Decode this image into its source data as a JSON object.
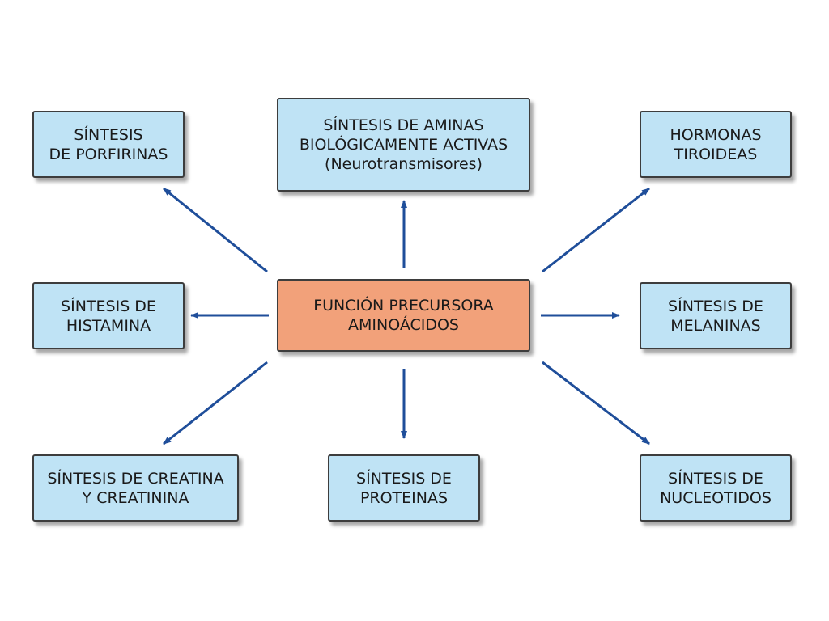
{
  "colors": {
    "box_fill": "#bfe3f5",
    "center_fill": "#f2a17a",
    "border": "#3d3d3d",
    "arrow": "#1f4e9a"
  },
  "nodes": {
    "center": {
      "line1": "FUNCIÓN PRECURSORA",
      "line2": "AMINOÁCIDOS"
    },
    "porfirinas": {
      "line1": "SÍNTESIS",
      "line2": "DE PORFIRINAS"
    },
    "aminas": {
      "line1": "SÍNTESIS DE AMINAS",
      "line2": "BIOLÓGICAMENTE ACTIVAS",
      "line3": "(Neurotransmisores)"
    },
    "hormonas": {
      "line1": "HORMONAS",
      "line2": "TIROIDEAS"
    },
    "histamina": {
      "line1": "SÍNTESIS DE",
      "line2": "HISTAMINA"
    },
    "melaninas": {
      "line1": "SÍNTESIS DE",
      "line2": "MELANINAS"
    },
    "creatina": {
      "line1": "SÍNTESIS DE CREATINA",
      "line2": "Y CREATININA"
    },
    "proteinas": {
      "line1": "SÍNTESIS DE",
      "line2": "PROTEINAS"
    },
    "nucleotidos": {
      "line1": "SÍNTESIS DE",
      "line2": "NUCLEOTIDOS"
    }
  },
  "edges": [
    {
      "from": "center",
      "to": "porfirinas"
    },
    {
      "from": "center",
      "to": "aminas"
    },
    {
      "from": "center",
      "to": "hormonas"
    },
    {
      "from": "center",
      "to": "histamina"
    },
    {
      "from": "center",
      "to": "melaninas"
    },
    {
      "from": "center",
      "to": "creatina"
    },
    {
      "from": "center",
      "to": "proteinas"
    },
    {
      "from": "center",
      "to": "nucleotidos"
    }
  ]
}
